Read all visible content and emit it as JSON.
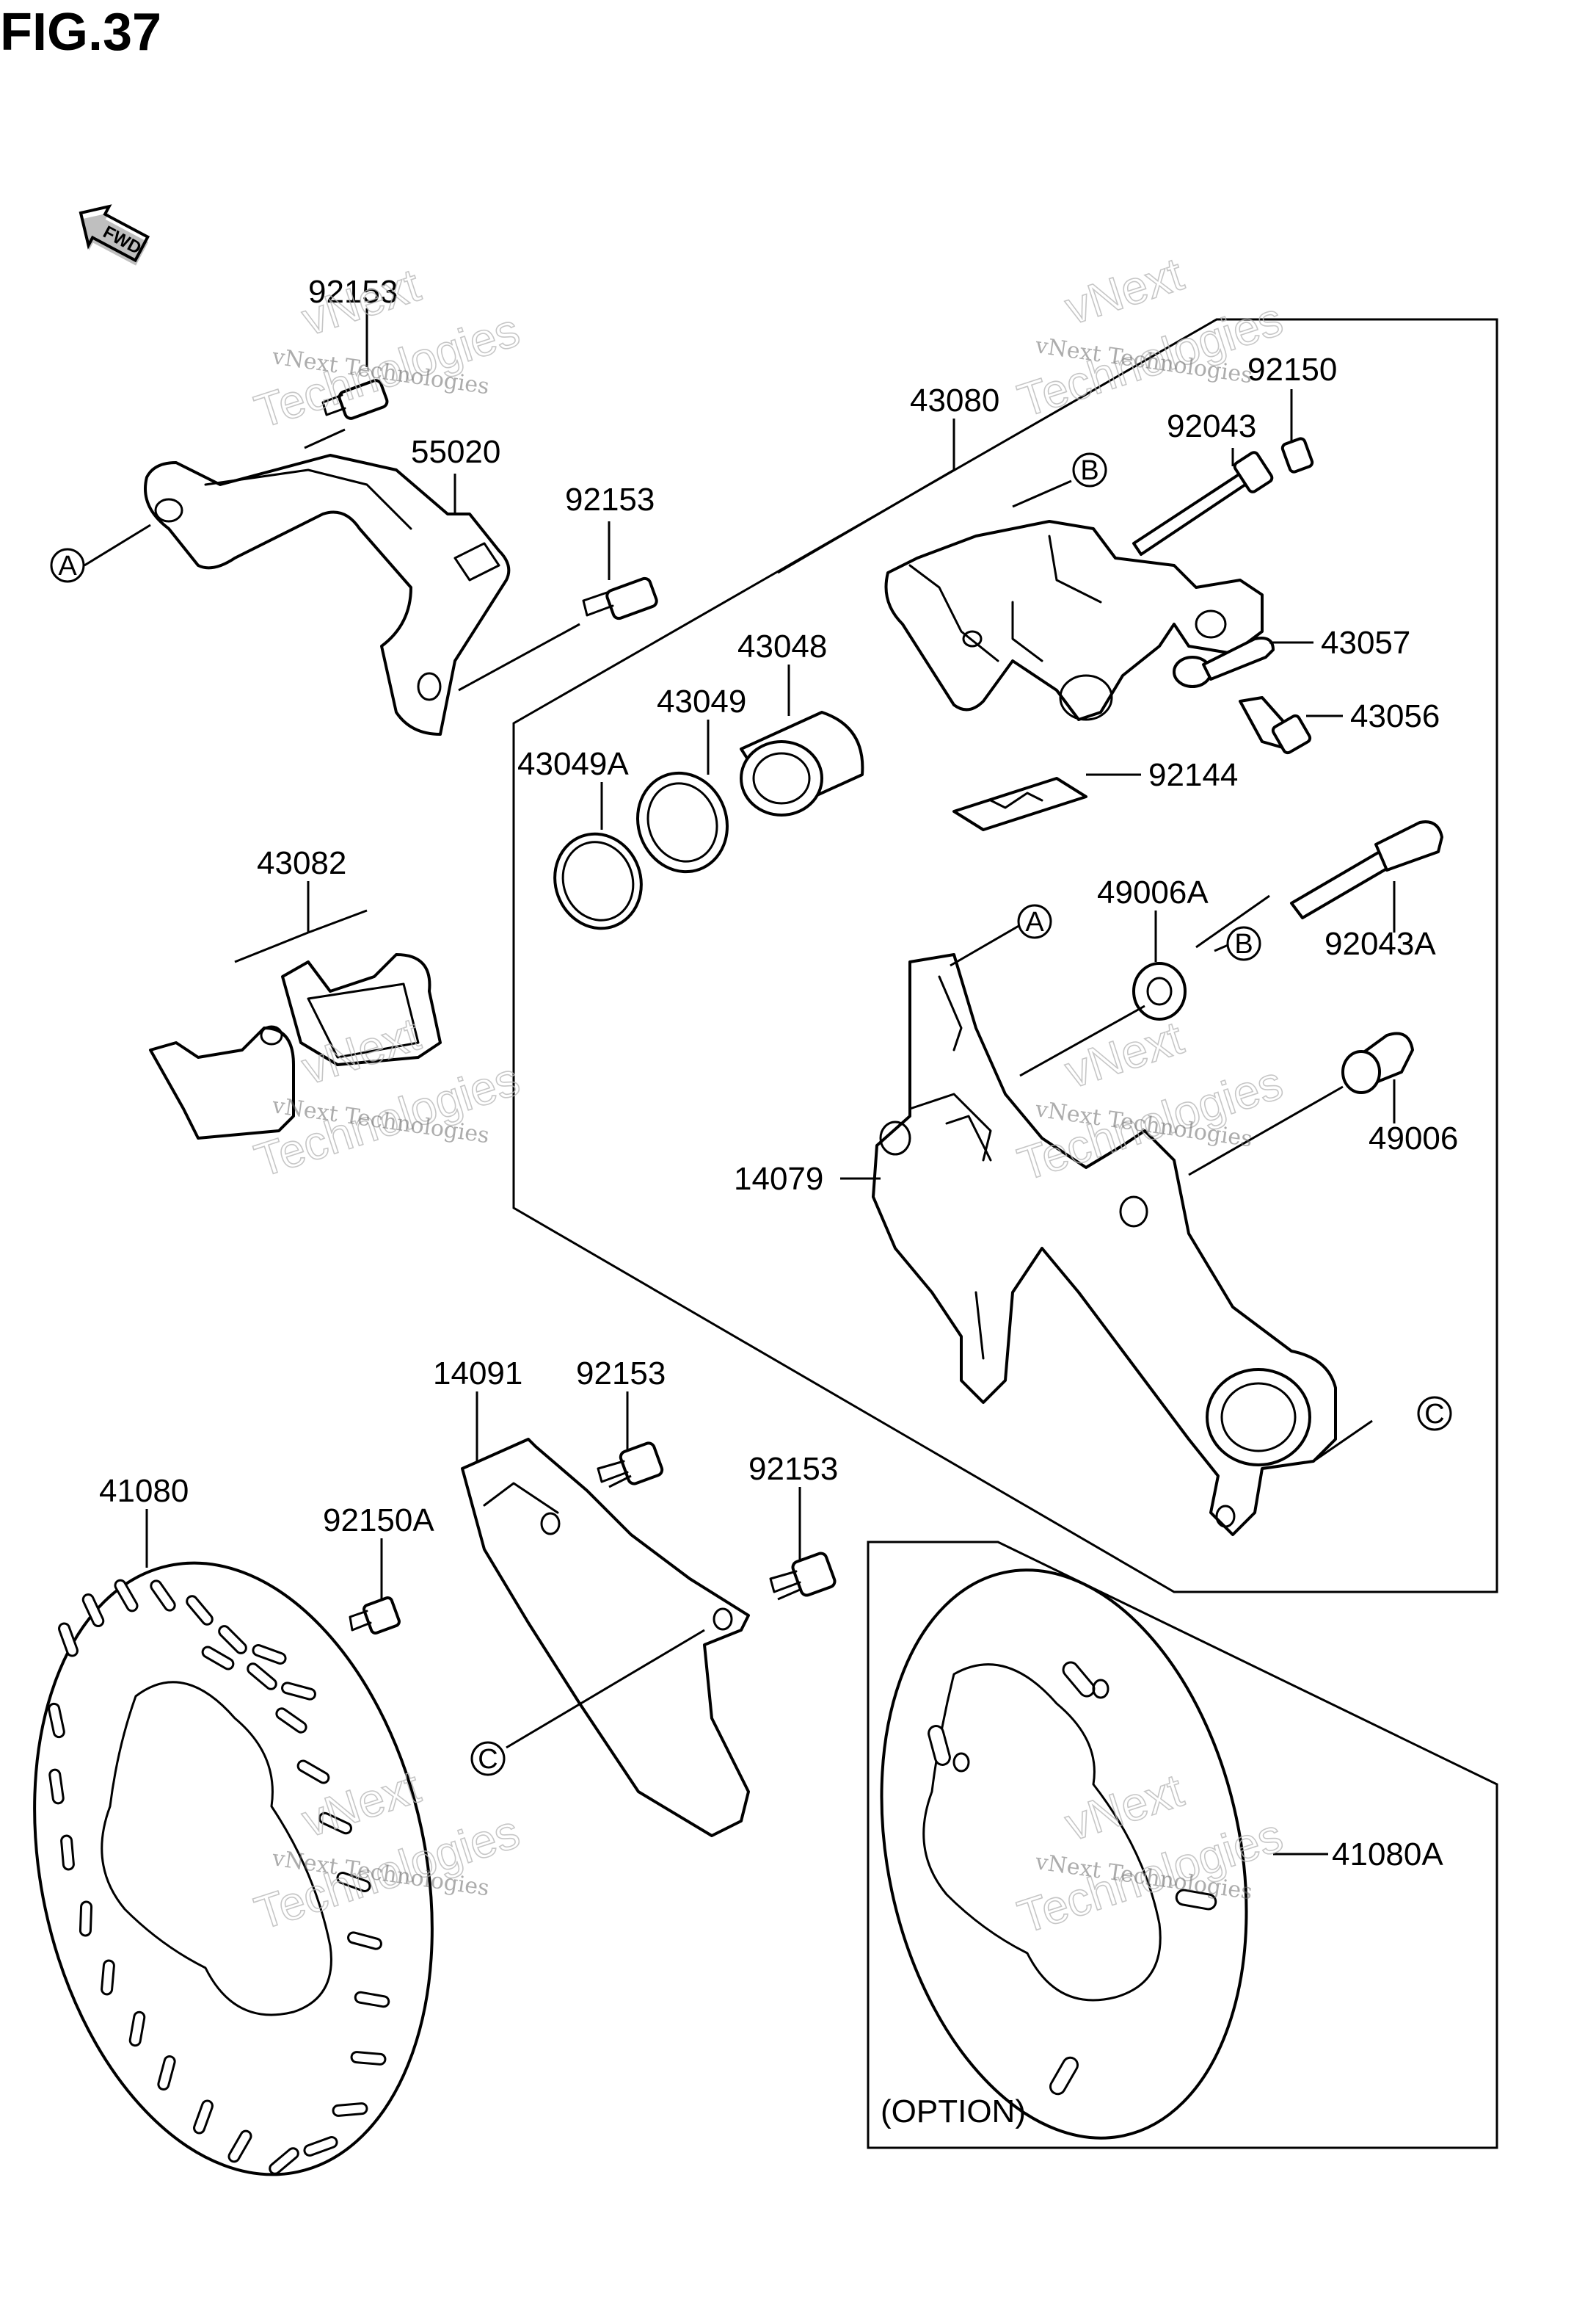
{
  "figure": {
    "title": "FIG.37",
    "fwd_label": "FWD",
    "option_label": "(OPTION)"
  },
  "parts": [
    {
      "id": "92153",
      "label": "92153"
    },
    {
      "id": "55020",
      "label": "55020"
    },
    {
      "id": "92153b",
      "label": "92153"
    },
    {
      "id": "43080",
      "label": "43080"
    },
    {
      "id": "92150",
      "label": "92150"
    },
    {
      "id": "92043",
      "label": "92043"
    },
    {
      "id": "43057",
      "label": "43057"
    },
    {
      "id": "43056",
      "label": "43056"
    },
    {
      "id": "43048",
      "label": "43048"
    },
    {
      "id": "43049",
      "label": "43049"
    },
    {
      "id": "43049A",
      "label": "43049A"
    },
    {
      "id": "92144",
      "label": "92144"
    },
    {
      "id": "43082",
      "label": "43082"
    },
    {
      "id": "49006A",
      "label": "49006A"
    },
    {
      "id": "92043A",
      "label": "92043A"
    },
    {
      "id": "49006",
      "label": "49006"
    },
    {
      "id": "14079",
      "label": "14079"
    },
    {
      "id": "14091",
      "label": "14091"
    },
    {
      "id": "92153c",
      "label": "92153"
    },
    {
      "id": "92153d",
      "label": "92153"
    },
    {
      "id": "41080",
      "label": "41080"
    },
    {
      "id": "92150A",
      "label": "92150A"
    },
    {
      "id": "41080A",
      "label": "41080A"
    }
  ],
  "references": [
    "A",
    "B",
    "C"
  ],
  "watermark": {
    "line1": "vNext Technologies",
    "line2": "vNext",
    "line3": "Technologies"
  }
}
